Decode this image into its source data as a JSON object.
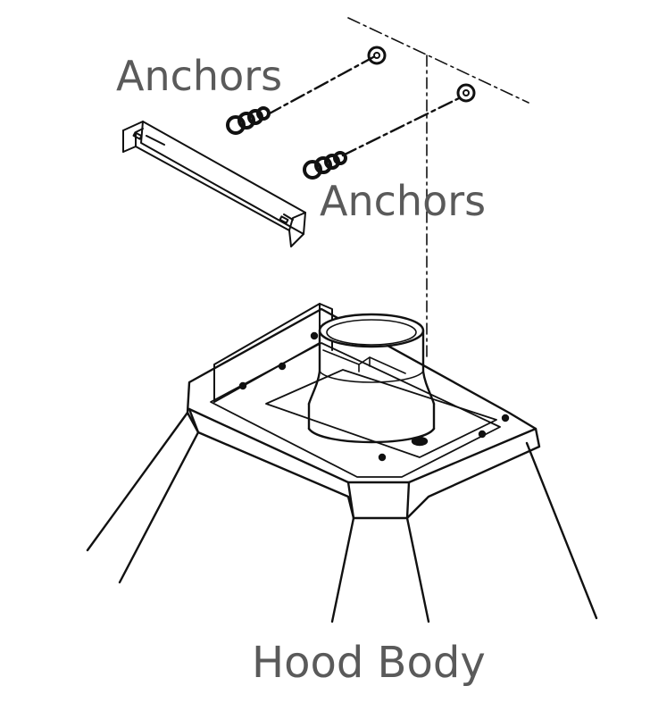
{
  "labels": {
    "anchors_upper": "Anchors",
    "anchors_lower": "Anchors",
    "hood_body": "Hood Body"
  },
  "colors": {
    "line": "#111111",
    "label_text": "#5a5a5a",
    "background": "#ffffff"
  }
}
